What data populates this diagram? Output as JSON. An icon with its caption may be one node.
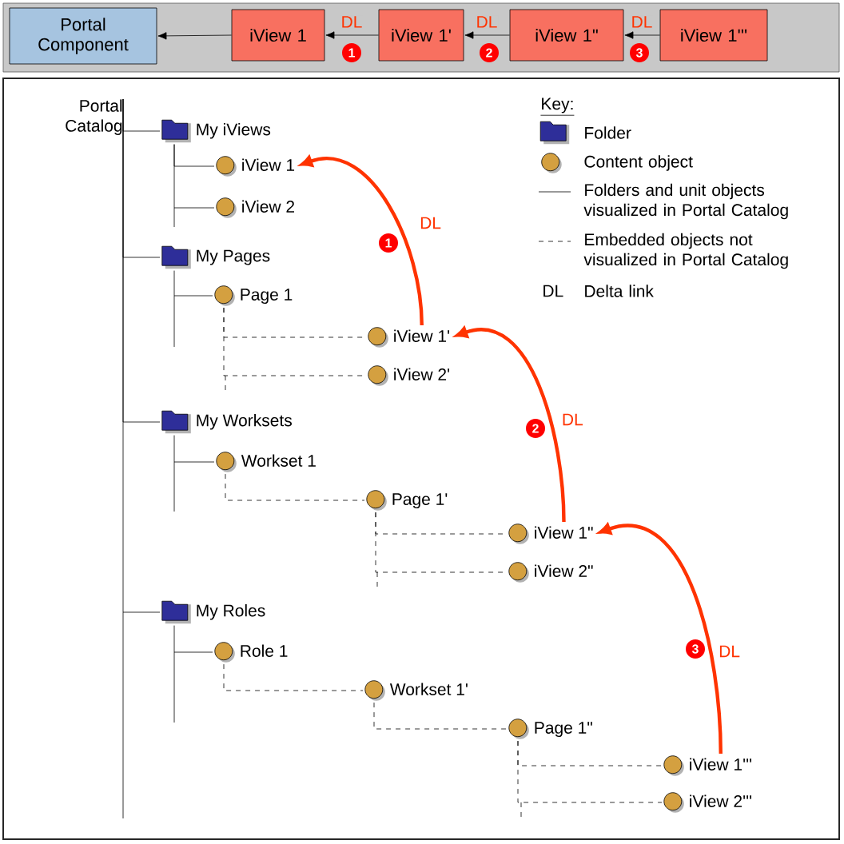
{
  "diagram": {
    "nodes": [
      {
        "text": [
          "Portal Component"
        ]
      },
      {
        "text": [
          "iView 1"
        ]
      },
      {
        "text": [
          "iView 1'"
        ]
      },
      {
        "text": [
          "iView 1\""
        ]
      },
      {
        "text": [
          "iView 1'''"
        ]
      },
      {
        "text": [
          "Portal Catalog"
        ]
      },
      {
        "text": [
          "My iViews"
        ]
      },
      {
        "text": [
          "iView 1"
        ]
      },
      {
        "text": [
          "iView 2"
        ]
      },
      {
        "text": [
          "My Pages"
        ]
      },
      {
        "text": [
          "Page 1"
        ]
      },
      {
        "text": [
          "iView 1'"
        ]
      },
      {
        "text": [
          "iView 2'"
        ]
      },
      {
        "text": [
          "My Worksets"
        ]
      },
      {
        "text": [
          "Workset 1"
        ]
      },
      {
        "text": [
          "Page 1'"
        ]
      },
      {
        "text": [
          "iView 1\""
        ]
      },
      {
        "text": [
          "iView 2\""
        ]
      },
      {
        "text": [
          "My Roles"
        ]
      },
      {
        "text": [
          "Role 1"
        ]
      },
      {
        "text": [
          "Workset 1'"
        ]
      },
      {
        "text": [
          "Page 1\""
        ]
      },
      {
        "text": [
          "iView 1'''"
        ]
      },
      {
        "text": [
          "iView 2'''"
        ]
      }
    ],
    "edges": [
      {
        "from": 1,
        "to": 0,
        "arrow": "to"
      },
      {
        "from": 2,
        "to": 1,
        "arrow": "to",
        "label": "DL"
      },
      {
        "from": 3,
        "to": 2,
        "arrow": "to",
        "label": "DL"
      },
      {
        "from": 4,
        "to": 3,
        "arrow": "to",
        "label": "DL"
      },
      {
        "from": 5,
        "to": 6,
        "arrow": "none"
      },
      {
        "from": 5,
        "to": 9,
        "arrow": "none"
      },
      {
        "from": 5,
        "to": 13,
        "arrow": "none"
      },
      {
        "from": 5,
        "to": 18,
        "arrow": "none"
      },
      {
        "from": 6,
        "to": 7,
        "arrow": "none"
      },
      {
        "from": 6,
        "to": 8,
        "arrow": "none"
      },
      {
        "from": 9,
        "to": 10,
        "arrow": "none"
      },
      {
        "from": 10,
        "to": 11,
        "arrow": "none",
        "style": "dashed"
      },
      {
        "from": 10,
        "to": 12,
        "arrow": "none",
        "style": "dashed"
      },
      {
        "from": 13,
        "to": 14,
        "arrow": "none"
      },
      {
        "from": 14,
        "to": 15,
        "arrow": "none",
        "style": "dashed"
      },
      {
        "from": 15,
        "to": 16,
        "arrow": "none",
        "style": "dashed"
      },
      {
        "from": 15,
        "to": 17,
        "arrow": "none",
        "style": "dashed"
      },
      {
        "from": 18,
        "to": 19,
        "arrow": "none"
      },
      {
        "from": 19,
        "to": 20,
        "arrow": "none",
        "style": "dashed"
      },
      {
        "from": 20,
        "to": 21,
        "arrow": "none",
        "style": "dashed"
      },
      {
        "from": 21,
        "to": 22,
        "arrow": "none",
        "style": "dashed"
      },
      {
        "from": 21,
        "to": 23,
        "arrow": "none",
        "style": "dashed"
      },
      {
        "from": 11,
        "to": 7,
        "arrow": "to",
        "label": "DL",
        "style": "thick",
        "color": "#ff3300"
      },
      {
        "from": 16,
        "to": 11,
        "arrow": "to",
        "label": "DL",
        "style": "thick",
        "color": "#ff3300"
      },
      {
        "from": 22,
        "to": 16,
        "arrow": "to",
        "label": "DL",
        "style": "thick",
        "color": "#ff3300"
      }
    ],
    "labels": [
      "1",
      "2",
      "3",
      "Key:",
      "DL",
      "1",
      "2",
      "3"
    ],
    "legend": [
      {
        "text": "Folder"
      },
      {
        "text": "Content object"
      },
      {
        "text": "Folders and unit objects visualized in Portal Catalog"
      },
      {
        "text": "Embedded objects not visualized in Portal Catalog"
      },
      {
        "text": "Delta link"
      }
    ]
  }
}
